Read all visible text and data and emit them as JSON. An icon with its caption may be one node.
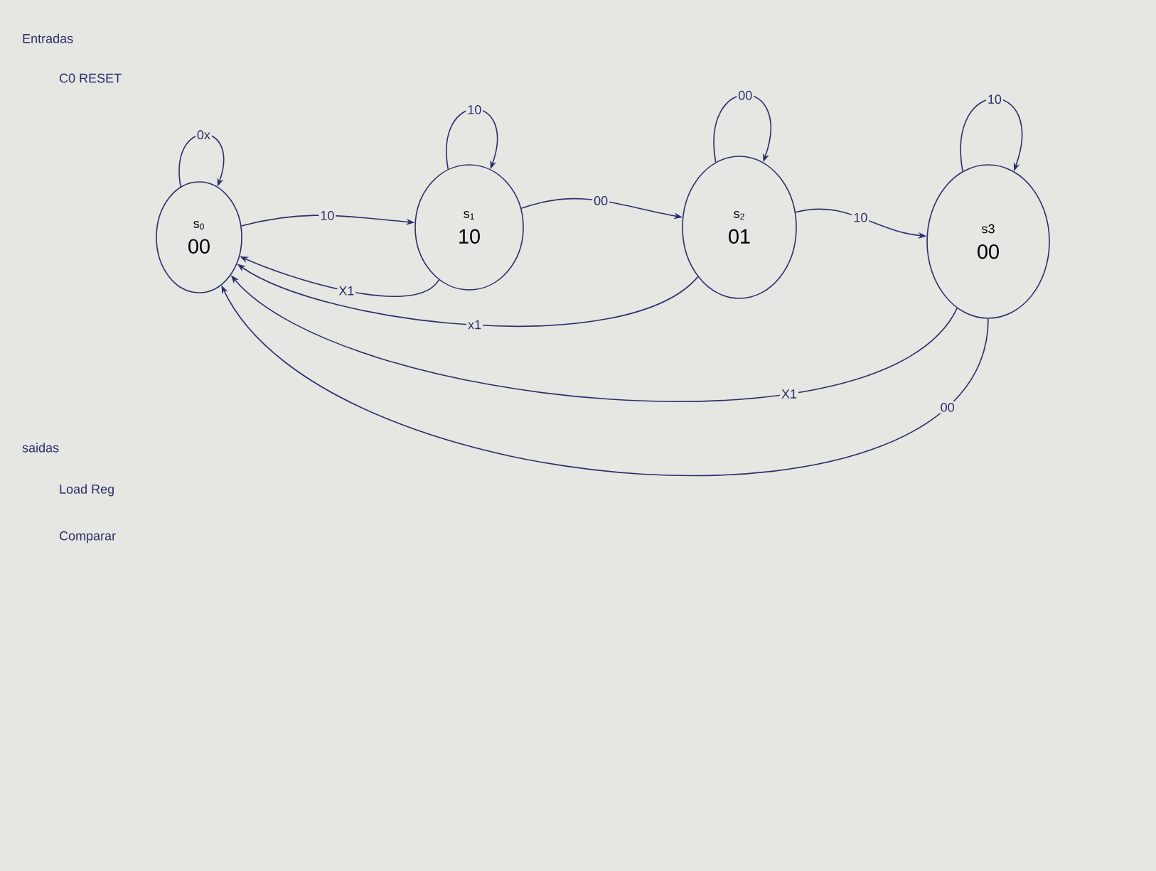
{
  "diagram": {
    "nodes": [
      {
        "text": [
          "s$_{0}$",
          "00"
        ]
      },
      {
        "text": [
          "s$_{1}$",
          "10"
        ]
      },
      {
        "text": [
          "s$_{2}$",
          "01"
        ]
      },
      {
        "text": [
          "s3",
          "00"
        ]
      }
    ],
    "edges": [
      {
        "from": 0,
        "to": 0,
        "arrow": "to",
        "label": "0x"
      },
      {
        "from": 0,
        "to": 1,
        "arrow": "to",
        "label": "10"
      },
      {
        "from": 1,
        "to": 1,
        "arrow": "to",
        "label": "10"
      },
      {
        "from": 1,
        "to": 2,
        "arrow": "to",
        "label": "00"
      },
      {
        "from": 2,
        "to": 2,
        "arrow": "to",
        "label": "00"
      },
      {
        "from": 2,
        "to": 3,
        "arrow": "to",
        "label": "10"
      },
      {
        "from": 3,
        "to": 3,
        "arrow": "to",
        "label": "10"
      },
      {
        "from": 1,
        "to": 0,
        "arrow": "to",
        "label": "X1"
      },
      {
        "from": 2,
        "to": 0,
        "arrow": "to",
        "label": "x1"
      },
      {
        "from": 3,
        "to": 0,
        "arrow": "to",
        "label": "X1"
      },
      {
        "from": 3,
        "to": 0,
        "arrow": "to",
        "label": "00"
      }
    ],
    "labels": [
      "Entradas",
      "C0 RESET",
      "saidas",
      "Load Reg",
      "Comparar"
    ]
  }
}
